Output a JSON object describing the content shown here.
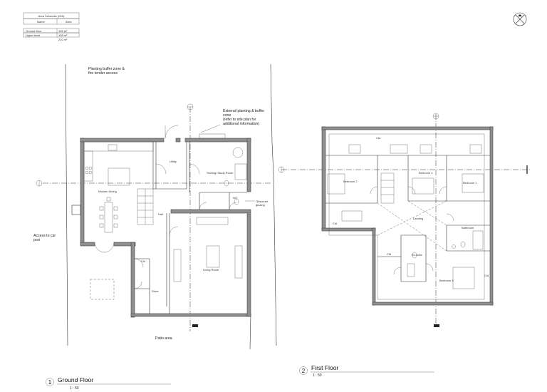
{
  "area_schedule": {
    "title": "Area Schedule (GIA)",
    "headers": [
      "Name",
      "Area"
    ],
    "rows": [
      {
        "name": "Ground floor",
        "area": "105 m²"
      },
      {
        "name": "Upper level",
        "area": "105 m²"
      }
    ],
    "total": "210 m²"
  },
  "annotations": {
    "planting_buffer": [
      "Planting buffer zone &",
      "fire tender access"
    ],
    "external_planting": [
      "External planting & buffer",
      "zone",
      "(refer to site plan for",
      "additional information)"
    ],
    "access": [
      "Access to car",
      "port"
    ],
    "obscured_glazing": [
      "Obscured",
      "glazing"
    ],
    "patio": "Patio area"
  },
  "ground_rooms": {
    "kitchen": "Kitchen Dining",
    "utility": "Utility",
    "sewing": "Sewing/ Study Room",
    "hall": "Hall",
    "living": "Living Room",
    "wc": "WC",
    "store": "Store",
    "cld": "Cld"
  },
  "first_rooms": {
    "cld_top": "Cld",
    "bedroom2": "Bedroom 2",
    "bedroom4": "Bedroom 4",
    "bedroom1": "Bedroom 1",
    "cld_left": "Cld",
    "landing": "Landing",
    "bathroom": "Bathroom",
    "cld_mid": "Cld",
    "ensuite": "En-suite",
    "bedroom3": "Bedroom 3",
    "cld_right": "Cld"
  },
  "views": [
    {
      "number": "1",
      "title": "Ground Floor",
      "scale": "1 : 50"
    },
    {
      "number": "2",
      "title": "First Floor",
      "scale": "1 : 50"
    }
  ],
  "icons": {
    "north_arrow": "north-arrow-icon",
    "section_markers": "section-marker-icon"
  }
}
